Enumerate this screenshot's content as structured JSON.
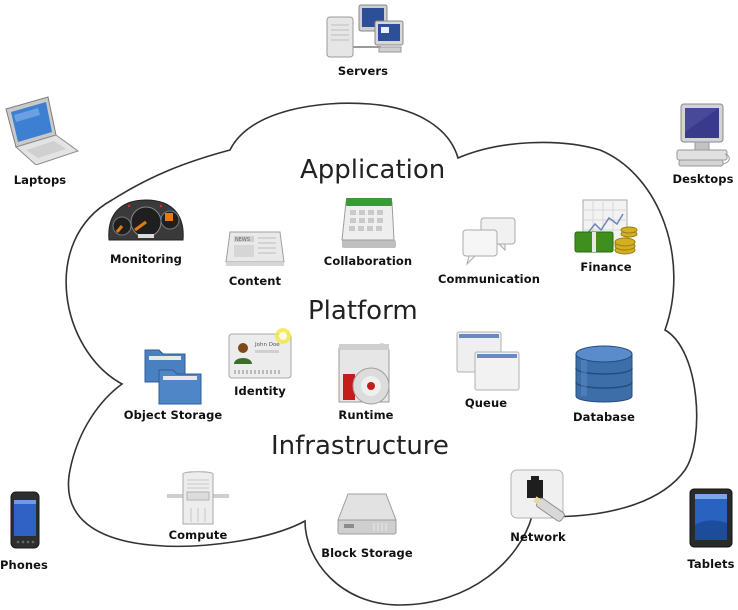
{
  "diagram": {
    "title": "Cloud computing",
    "layers": [
      "Application",
      "Platform",
      "Infrastructure"
    ],
    "clients": {
      "servers": {
        "label": "Servers",
        "icon": "servers-icon"
      },
      "laptops": {
        "label": "Laptops",
        "icon": "laptop-icon"
      },
      "desktops": {
        "label": "Desktops",
        "icon": "desktop-icon"
      },
      "phones": {
        "label": "Phones",
        "icon": "phone-icon"
      },
      "tablets": {
        "label": "Tablets",
        "icon": "tablet-icon"
      }
    },
    "application": {
      "monitoring": {
        "label": "Monitoring",
        "icon": "dashboard-gauge-icon"
      },
      "content": {
        "label": "Content",
        "icon": "newspaper-icon"
      },
      "collaboration": {
        "label": "Collaboration",
        "icon": "calendar-icon"
      },
      "communication": {
        "label": "Communication",
        "icon": "chat-bubbles-icon"
      },
      "finance": {
        "label": "Finance",
        "icon": "money-chart-icon"
      }
    },
    "platform": {
      "object_storage": {
        "label": "Object Storage",
        "icon": "folders-icon"
      },
      "identity": {
        "label": "Identity",
        "icon": "id-card-icon",
        "card_name": "John Doe"
      },
      "runtime": {
        "label": "Runtime",
        "icon": "software-package-icon"
      },
      "queue": {
        "label": "Queue",
        "icon": "windows-stack-icon"
      },
      "database": {
        "label": "Database",
        "icon": "database-icon"
      }
    },
    "infrastructure": {
      "compute": {
        "label": "Compute",
        "icon": "server-tower-icon"
      },
      "block_storage": {
        "label": "Block Storage",
        "icon": "hard-drive-icon"
      },
      "network": {
        "label": "Network",
        "icon": "network-port-icon"
      }
    },
    "colors": {
      "cloud_outline": "#333333",
      "folder_blue": "#4a7fc0",
      "database_blue": "#3d6ea8",
      "calendar_green": "#3a9a3a",
      "runtime_red": "#c41b1b",
      "gauge_orange": "#e07b1a",
      "money_green": "#3f8f1f",
      "coin_gold": "#d4b020"
    }
  }
}
